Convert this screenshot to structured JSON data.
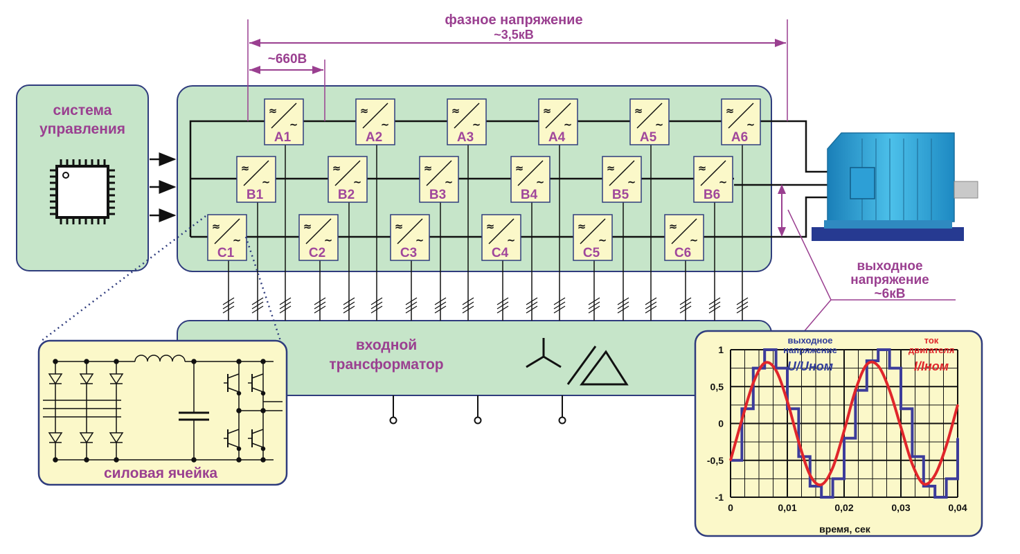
{
  "control_system": {
    "line1": "система",
    "line2": "управления"
  },
  "phase_voltage": {
    "line1": "фазное напряжение",
    "line2": "~3,5кВ"
  },
  "cell_voltage": "~660В",
  "cells": {
    "row_a": [
      "A1",
      "A2",
      "A3",
      "A4",
      "A5",
      "A6"
    ],
    "row_b": [
      "B1",
      "B2",
      "B3",
      "B4",
      "B5",
      "B6"
    ],
    "row_c": [
      "C1",
      "C2",
      "C3",
      "C4",
      "C5",
      "C6"
    ]
  },
  "output_voltage": {
    "line1": "выходное",
    "line2": "напряжение",
    "line3": "~6кВ"
  },
  "transformer": {
    "line1": "входной",
    "line2": "трансформатор"
  },
  "power_cell": {
    "caption": "силовая ячейка"
  },
  "colors": {
    "panel_fill": "#c6e5c9",
    "panel_border": "#2f3c7d",
    "accent": "#9a3f90",
    "cell_fill": "#fbf8c9",
    "voltage_curve": "#3c3c9a",
    "current_curve": "#e0262b",
    "motor": "#38a9d8"
  },
  "chart_data": {
    "type": "line",
    "xlabel": "время, сек",
    "x_ticks": [
      "0",
      "0,01",
      "0,02",
      "0,03",
      "0,04"
    ],
    "y_ticks": [
      "1",
      "0,5",
      "0",
      "-0,5",
      "-1"
    ],
    "xlim": [
      0,
      0.04
    ],
    "ylim": [
      -1,
      1
    ],
    "grid": true,
    "series": [
      {
        "name": "выходное напряжение",
        "unit_label": "U/Uном",
        "shape": "stepped",
        "x": [
          0,
          0.002,
          0.004,
          0.006,
          0.008,
          0.01,
          0.012,
          0.014,
          0.016,
          0.018,
          0.02,
          0.022,
          0.024,
          0.026,
          0.028,
          0.03,
          0.032,
          0.034,
          0.036,
          0.038,
          0.04
        ],
        "y": [
          -0.5,
          0.2,
          0.75,
          1.0,
          0.75,
          0.2,
          -0.45,
          -0.85,
          -1.0,
          -0.75,
          -0.2,
          0.45,
          0.85,
          1.0,
          0.75,
          0.2,
          -0.45,
          -0.85,
          -1.0,
          -0.75,
          -0.2
        ]
      },
      {
        "name": "ток двигателя",
        "unit_label": "I/Iном",
        "shape": "smooth",
        "x": [
          0,
          0.002,
          0.004,
          0.006,
          0.008,
          0.01,
          0.012,
          0.014,
          0.016,
          0.018,
          0.02,
          0.022,
          0.024,
          0.026,
          0.028,
          0.03,
          0.032,
          0.034,
          0.036,
          0.038,
          0.04
        ],
        "y": [
          -0.5,
          0.05,
          0.55,
          0.82,
          0.72,
          0.3,
          -0.25,
          -0.7,
          -0.83,
          -0.6,
          -0.1,
          0.45,
          0.8,
          0.78,
          0.45,
          -0.05,
          -0.55,
          -0.82,
          -0.7,
          -0.3,
          0.25
        ]
      }
    ]
  }
}
